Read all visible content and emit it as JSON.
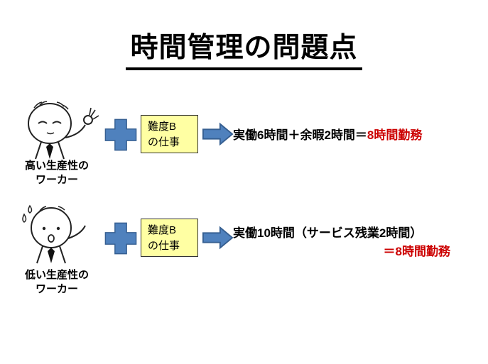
{
  "title": "時間管理の問題点",
  "rows": [
    {
      "worker_line1": "高い生産性の",
      "worker_line2": "ワーカー",
      "task_line1": "難度B",
      "task_line2": "の仕事",
      "result_black": "実働6時間＋余暇2時間＝",
      "result_red": "8時間勤務"
    },
    {
      "worker_line1": "低い生産性の",
      "worker_line2": "ワーカー",
      "task_line1": "難度B",
      "task_line2": "の仕事",
      "result_black": "実働10時間（サービス残業2時間）",
      "result_red": "＝8時間勤務"
    }
  ],
  "icons": {
    "plus": "plus-sign",
    "arrow": "right-block-arrow",
    "worker_high": "high-productivity-worker-face",
    "worker_low": "low-productivity-worker-face"
  },
  "colors": {
    "accent_blue": "#4f81bd",
    "accent_blue_dark": "#365f91",
    "task_box_bg": "#ffffa3",
    "highlight_red": "#cc0000",
    "text_black": "#000000",
    "background": "#ffffff"
  }
}
